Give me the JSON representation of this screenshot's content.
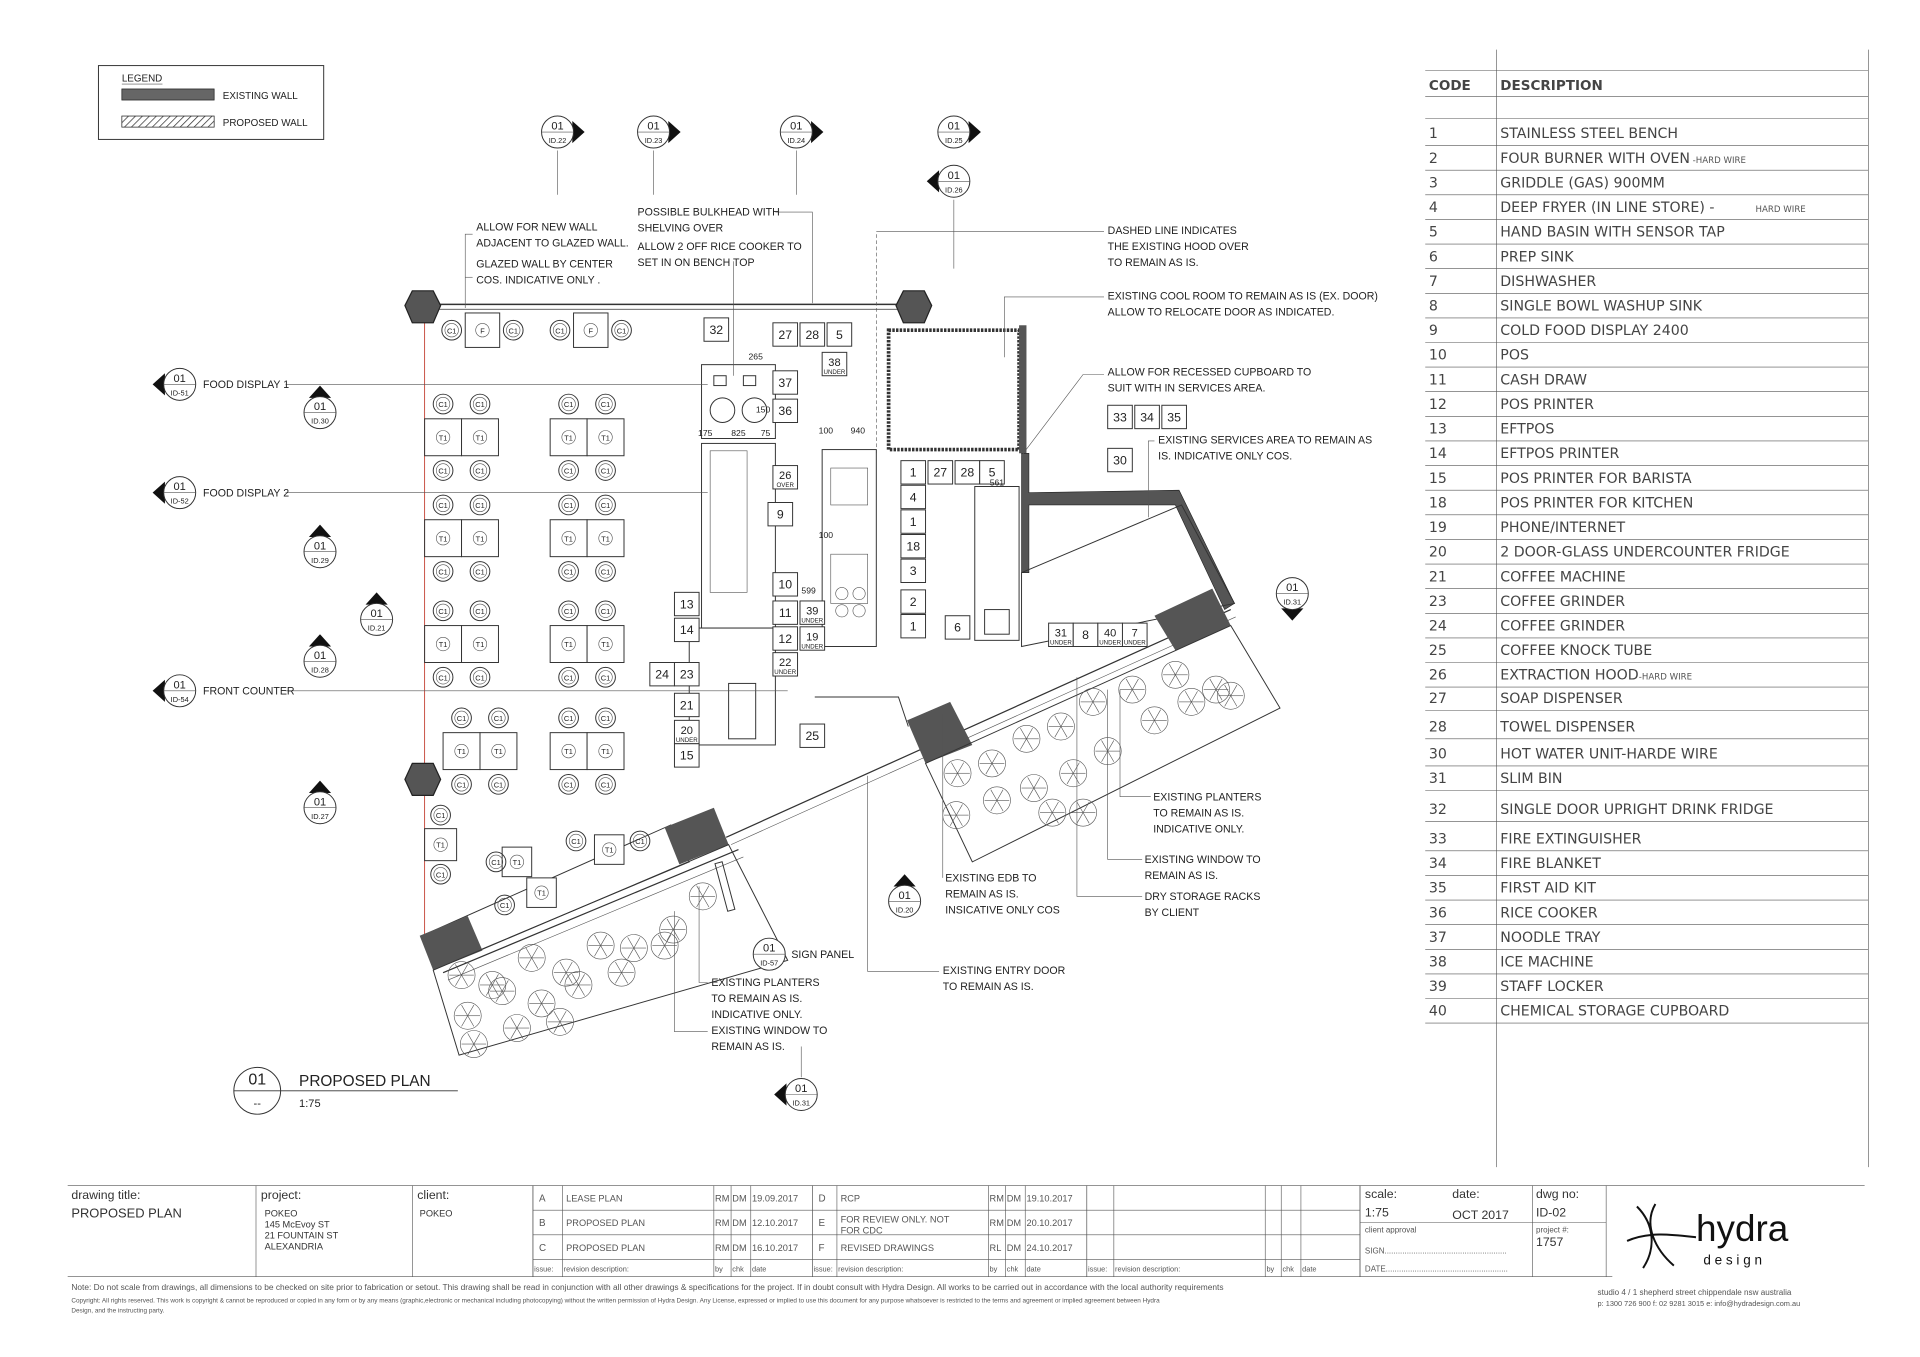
{
  "legend": {
    "title": "LEGEND",
    "existing_wall": "EXISTING WALL",
    "proposed_wall": "PROPOSED WALL"
  },
  "section_markers": [
    {
      "num": "01",
      "ref": "ID.22"
    },
    {
      "num": "01",
      "ref": "ID.23"
    },
    {
      "num": "01",
      "ref": "ID.24"
    },
    {
      "num": "01",
      "ref": "ID.25"
    },
    {
      "num": "01",
      "ref": "ID.26"
    },
    {
      "num": "01",
      "ref": "ID-51"
    },
    {
      "num": "01",
      "ref": "ID.30"
    },
    {
      "num": "01",
      "ref": "ID-52"
    },
    {
      "num": "01",
      "ref": "ID.29"
    },
    {
      "num": "01",
      "ref": "ID.21"
    },
    {
      "num": "01",
      "ref": "ID.28"
    },
    {
      "num": "01",
      "ref": "ID-54"
    },
    {
      "num": "01",
      "ref": "ID.27"
    },
    {
      "num": "01",
      "ref": "ID.20"
    },
    {
      "num": "01",
      "ref": "ID-57"
    },
    {
      "num": "01",
      "ref": "ID.31"
    },
    {
      "num": "01",
      "ref": "ID.31"
    }
  ],
  "annotations": [
    {
      "lines": [
        "ALLOW FOR NEW WALL",
        "ADJACENT TO GLAZED WALL."
      ]
    },
    {
      "lines": [
        "GLAZED WALL BY CENTER",
        "COS. INDICATIVE ONLY ."
      ]
    },
    {
      "lines": [
        "POSSIBLE BULKHEAD WITH",
        "SHELVING OVER"
      ]
    },
    {
      "lines": [
        "ALLOW 2 OFF RICE COOKER TO",
        "SET IN ON BENCH TOP"
      ]
    },
    {
      "lines": [
        "DASHED LINE INDICATES",
        "THE EXISTING HOOD OVER",
        "TO REMAIN AS IS."
      ]
    },
    {
      "lines": [
        "EXISTING COOL ROOM TO REMAIN AS IS (EX. DOOR)",
        "ALLOW TO RELOCATE DOOR AS INDICATED."
      ]
    },
    {
      "lines": [
        "ALLOW FOR RECESSED CUPBOARD TO",
        "SUIT WITH IN SERVICES AREA."
      ]
    },
    {
      "lines": [
        "EXISTING SERVICES AREA TO REMAIN AS",
        "IS. INDICATIVE ONLY COS."
      ]
    },
    {
      "lines": [
        "FOOD DISPLAY 1"
      ]
    },
    {
      "lines": [
        "FOOD DISPLAY 2"
      ]
    },
    {
      "lines": [
        "FRONT COUNTER"
      ]
    },
    {
      "lines": [
        "EXISTING PLANTERS",
        "TO REMAIN AS IS.",
        "INDICATIVE ONLY."
      ]
    },
    {
      "lines": [
        "EXISTING WINDOW TO",
        "REMAIN AS IS."
      ]
    },
    {
      "lines": [
        "DRY STORAGE RACKS",
        "BY CLIENT"
      ]
    },
    {
      "lines": [
        "EXISTING EDB TO",
        "REMAIN AS IS.",
        "INSICATIVE ONLY COS"
      ]
    },
    {
      "lines": [
        "EXISTING ENTRY DOOR",
        "TO REMAIN AS IS."
      ]
    },
    {
      "lines": [
        "SIGN PANEL"
      ]
    },
    {
      "lines": [
        "EXISTING PLANTERS",
        "TO REMAIN AS IS.",
        "INDICATIVE ONLY."
      ]
    },
    {
      "lines": [
        "EXISTING WINDOW TO",
        "REMAIN AS IS."
      ]
    }
  ],
  "item_tags": [
    {
      "n": "32"
    },
    {
      "n": "27"
    },
    {
      "n": "28"
    },
    {
      "n": "5"
    },
    {
      "n": "38",
      "s": "UNDER"
    },
    {
      "n": "37"
    },
    {
      "n": "36"
    },
    {
      "n": "26",
      "s": "OVER"
    },
    {
      "n": "9"
    },
    {
      "n": "10"
    },
    {
      "n": "11"
    },
    {
      "n": "12"
    },
    {
      "n": "22",
      "s": "UNDER"
    },
    {
      "n": "39",
      "s": "UNDER"
    },
    {
      "n": "19",
      "s": "UNDER"
    },
    {
      "n": "13"
    },
    {
      "n": "14"
    },
    {
      "n": "24"
    },
    {
      "n": "23"
    },
    {
      "n": "21"
    },
    {
      "n": "20",
      "s": "UNDER"
    },
    {
      "n": "15"
    },
    {
      "n": "25"
    },
    {
      "n": "1"
    },
    {
      "n": "27"
    },
    {
      "n": "28"
    },
    {
      "n": "5"
    },
    {
      "n": "4"
    },
    {
      "n": "1"
    },
    {
      "n": "18"
    },
    {
      "n": "3"
    },
    {
      "n": "2"
    },
    {
      "n": "1"
    },
    {
      "n": "6"
    },
    {
      "n": "33"
    },
    {
      "n": "34"
    },
    {
      "n": "35"
    },
    {
      "n": "30"
    },
    {
      "n": "31",
      "s": "UNDER"
    },
    {
      "n": "8"
    },
    {
      "n": "40",
      "s": "UNDER"
    },
    {
      "n": "7",
      "s": "UNDER"
    }
  ],
  "dimensions": [
    "265",
    "150",
    "175",
    "825",
    "75",
    "100",
    "940",
    "100",
    "599",
    "561"
  ],
  "furniture_labels": {
    "chair": "C1",
    "table": "T1",
    "feature": "F"
  },
  "plan_title": {
    "number": "01",
    "sub": "--",
    "title": "PROPOSED PLAN",
    "scale": "1:75"
  },
  "code_table": {
    "header": {
      "code": "CODE",
      "description": "DESCRIPTION"
    },
    "rows": [
      {
        "code": "1",
        "desc": "STAINLESS STEEL BENCH"
      },
      {
        "code": "2",
        "desc": "FOUR BURNER WITH OVEN",
        "note": "-HARD WIRE"
      },
      {
        "code": "3",
        "desc": "GRIDDLE (GAS) 900MM"
      },
      {
        "code": "4",
        "desc": "DEEP FRYER (IN LINE STORE) -",
        "note": "HARD WIRE"
      },
      {
        "code": "5",
        "desc": "HAND BASIN WITH SENSOR TAP"
      },
      {
        "code": "6",
        "desc": "PREP SINK"
      },
      {
        "code": "7",
        "desc": "DISHWASHER"
      },
      {
        "code": "8",
        "desc": "SINGLE BOWL WASHUP SINK"
      },
      {
        "code": "9",
        "desc": "COLD FOOD DISPLAY 2400"
      },
      {
        "code": "10",
        "desc": "POS"
      },
      {
        "code": "11",
        "desc": "CASH DRAW"
      },
      {
        "code": "12",
        "desc": "POS PRINTER"
      },
      {
        "code": "13",
        "desc": "EFTPOS"
      },
      {
        "code": "14",
        "desc": "EFTPOS PRINTER"
      },
      {
        "code": "15",
        "desc": "POS PRINTER FOR BARISTA"
      },
      {
        "code": "18",
        "desc": "POS PRINTER FOR KITCHEN"
      },
      {
        "code": "19",
        "desc": "PHONE/INTERNET"
      },
      {
        "code": "20",
        "desc": "2 DOOR-GLASS UNDERCOUNTER FRIDGE"
      },
      {
        "code": "21",
        "desc": "COFFEE MACHINE"
      },
      {
        "code": "23",
        "desc": "COFFEE GRINDER"
      },
      {
        "code": "24",
        "desc": "COFFEE GRINDER"
      },
      {
        "code": "25",
        "desc": "COFFEE KNOCK TUBE"
      },
      {
        "code": "26",
        "desc": "EXTRACTION HOOD",
        "note": "-HARD WIRE"
      },
      {
        "code": "27",
        "desc": "SOAP DISPENSER"
      },
      {
        "code": "28",
        "desc": "TOWEL DISPENSER"
      },
      {
        "code": "30",
        "desc": "HOT WATER UNIT-HARDE WIRE"
      },
      {
        "code": "31",
        "desc": "SLIM BIN"
      },
      {
        "code": "32",
        "desc": "SINGLE DOOR UPRIGHT DRINK FRIDGE"
      },
      {
        "code": "33",
        "desc": "FIRE EXTINGUISHER"
      },
      {
        "code": "34",
        "desc": "FIRE BLANKET"
      },
      {
        "code": "35",
        "desc": "FIRST AID KIT"
      },
      {
        "code": "36",
        "desc": "RICE COOKER"
      },
      {
        "code": "37",
        "desc": "NOODLE TRAY"
      },
      {
        "code": "38",
        "desc": "ICE MACHINE"
      },
      {
        "code": "39",
        "desc": "STAFF LOCKER"
      },
      {
        "code": "40",
        "desc": "CHEMICAL STORAGE CUPBOARD"
      }
    ]
  },
  "title_block": {
    "drawing_title_label": "drawing title:",
    "drawing_title": "PROPOSED PLAN",
    "project_label": "project:",
    "project_lines": [
      "POKEO",
      "145 McEvoy ST",
      "21 FOUNTAIN ST",
      "ALEXANDRIA"
    ],
    "client_label": "client:",
    "client": "POKEO",
    "revisions": [
      {
        "issue": "A",
        "desc": "LEASE PLAN",
        "by": "RM",
        "chk": "DM",
        "date": "19.09.2017"
      },
      {
        "issue": "B",
        "desc": "PROPOSED PLAN",
        "by": "RM",
        "chk": "DM",
        "date": "12.10.2017"
      },
      {
        "issue": "C",
        "desc": "PROPOSED PLAN",
        "by": "RM",
        "chk": "DM",
        "date": "16.10.2017"
      },
      {
        "issue": "D",
        "desc": "RCP",
        "by": "RM",
        "chk": "DM",
        "date": "19.10.2017"
      },
      {
        "issue": "E",
        "desc": "FOR REVIEW ONLY. NOT",
        "desc2": "FOR CDC",
        "by": "RM",
        "chk": "DM",
        "date": "20.10.2017"
      },
      {
        "issue": "F",
        "desc": "REVISED DRAWINGS",
        "by": "RL",
        "chk": "DM",
        "date": "24.10.2017"
      }
    ],
    "rev_headers": {
      "issue": "issue:",
      "desc": "revision description:",
      "by": "by",
      "chk": "chk",
      "date": "date"
    },
    "scale_label": "scale:",
    "scale": "1:75",
    "date_label": "date:",
    "date": "OCT 2017",
    "dwg_label": "dwg no:",
    "dwg": "ID-02",
    "client_approval": "client approval",
    "sign": "SIGN.......................................................",
    "date_sign": "DATE.......................................................",
    "project_no_label": "project #:",
    "project_no": "1757",
    "logo_main": "hydra",
    "logo_sub": "d e s i g n",
    "note": "Note: Do not scale from drawings, all dimensions to be checked on site prior to fabrication or setout. This drawing shall be read in conjunction with all other drawings & specifications for the project. If in doubt consult with Hydra Design. All works to be carried out in accordance with the local authority requirements",
    "copyright": "Copyright: All rights reserved. This work is copyright & cannot be reproduced or copied in any form or by any means (graphic,electronic or mechanical including photocopying) without the written permission of Hydra Design. Any License, expressed or implied to use this document for any purpose whatsoever is restricted to the terms and agreement or implied agreement between Hydra",
    "copyright2": "Design, and the instructing party.",
    "address": "studio 4 / 1 shepherd street chippendale nsw australia",
    "contact": "p: 1300 726 900  f: 02 9281 3015  e: info@hydradesign.com.au"
  }
}
